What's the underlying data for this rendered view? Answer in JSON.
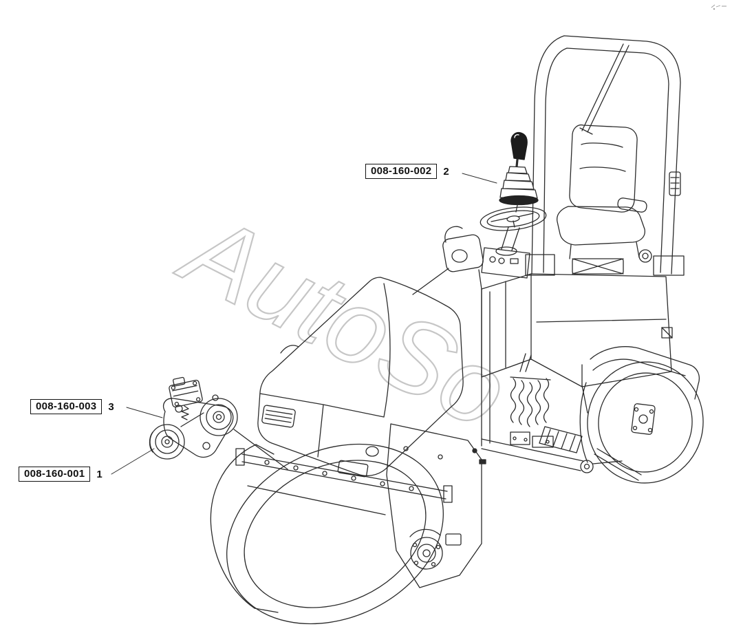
{
  "watermark": {
    "text": "AutoSo"
  },
  "callouts": [
    {
      "part_number": "008-160-002",
      "item_number": "2"
    },
    {
      "part_number": "008-160-003",
      "item_number": "3"
    },
    {
      "part_number": "008-160-001",
      "item_number": "1"
    }
  ],
  "diagram": {
    "machine": "ride-on-tandem-vibratory-roller",
    "stroke_color": "#2b2b2b",
    "watermark_color": "#c6c6c6"
  }
}
